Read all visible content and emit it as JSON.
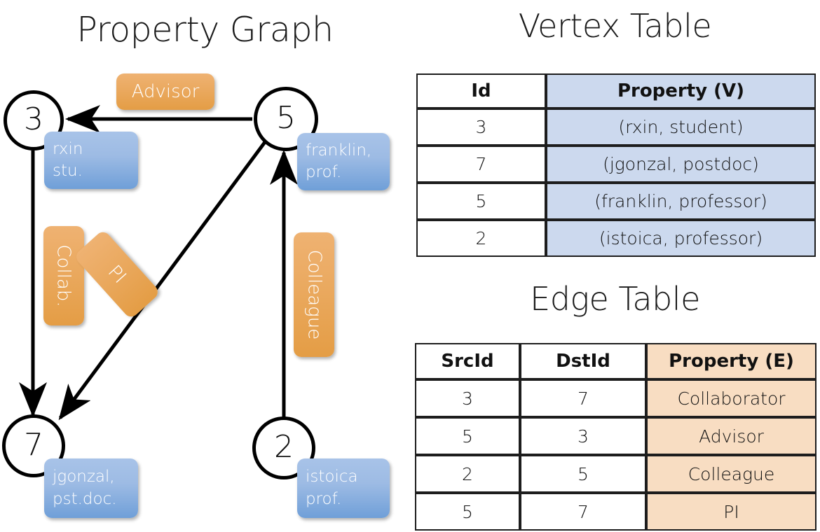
{
  "titles": {
    "property_graph": "Property Graph",
    "vertex_table": "Vertex Table",
    "edge_table": "Edge Table"
  },
  "graph": {
    "nodes": [
      {
        "id": "3",
        "prop_line1": "rxin",
        "prop_line2": "stu."
      },
      {
        "id": "5",
        "prop_line1": "franklin,",
        "prop_line2": "prof."
      },
      {
        "id": "7",
        "prop_line1": "jgonzal,",
        "prop_line2": "pst.doc."
      },
      {
        "id": "2",
        "prop_line1": "istoica",
        "prop_line2": "prof."
      }
    ],
    "edge_labels": [
      {
        "name": "advisor",
        "text": "Advisor"
      },
      {
        "name": "collab",
        "text": "Collab."
      },
      {
        "name": "pi",
        "text": "PI"
      },
      {
        "name": "colleague",
        "text": "Colleague"
      }
    ]
  },
  "vertex_table": {
    "columns": [
      "Id",
      "Property (V)"
    ],
    "rows": [
      {
        "id": "3",
        "property": "(rxin, student)"
      },
      {
        "id": "7",
        "property": "(jgonzal, postdoc)"
      },
      {
        "id": "5",
        "property": "(franklin, professor)"
      },
      {
        "id": "2",
        "property": "(istoica, professor)"
      }
    ]
  },
  "edge_table": {
    "columns": [
      "SrcId",
      "DstId",
      "Property (E)"
    ],
    "rows": [
      {
        "src": "3",
        "dst": "7",
        "property": "Collaborator"
      },
      {
        "src": "5",
        "dst": "3",
        "property": "Advisor"
      },
      {
        "src": "2",
        "dst": "5",
        "property": "Colleague"
      },
      {
        "src": "5",
        "dst": "7",
        "property": "PI"
      }
    ]
  },
  "colors": {
    "vertex_header_fill": "#ccd9ee",
    "edge_header_fill": "#f8ddc2",
    "vertex_box": "#9dbbe4",
    "edge_box": "#eaa95f",
    "stroke": "#000000"
  }
}
